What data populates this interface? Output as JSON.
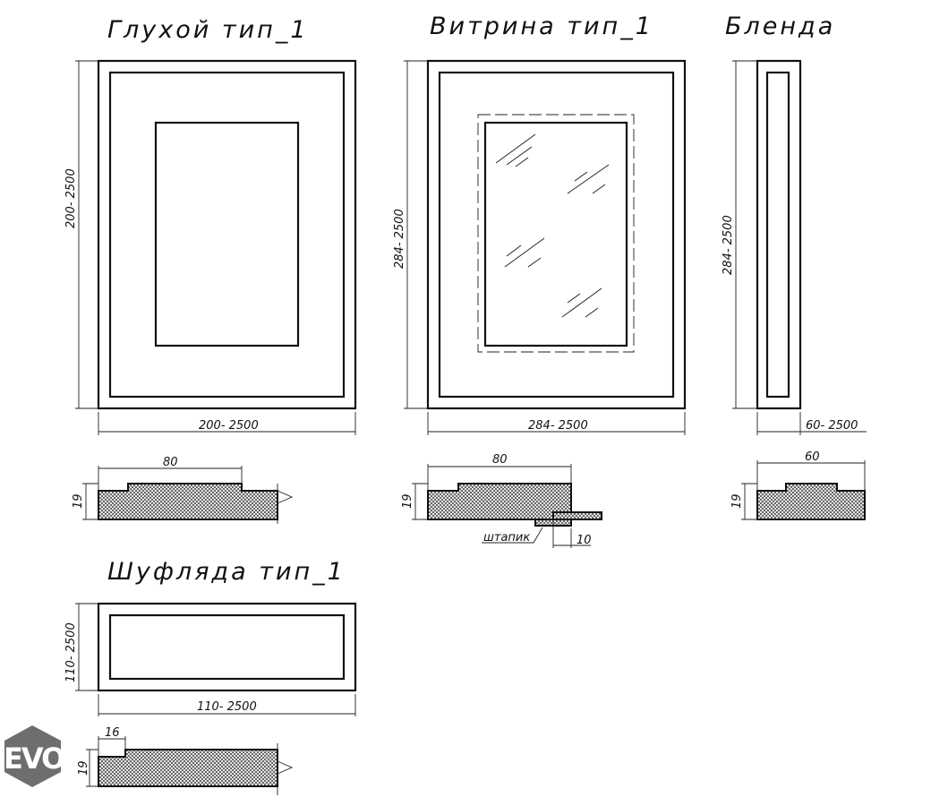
{
  "drawings": {
    "blind": {
      "title": "Глухой тип_1",
      "height_dim": "200- 2500",
      "width_dim": "200- 2500",
      "section_width": "80",
      "section_thickness": "19"
    },
    "showcase": {
      "title": "Витрина тип_1",
      "height_dim": "284- 2500",
      "width_dim": "284- 2500",
      "section_width": "80",
      "section_thickness": "19",
      "bead_label": "штапик",
      "bead_dim": "10"
    },
    "blende": {
      "title": "Бленда",
      "height_dim": "284- 2500",
      "width_dim": "60- 2500",
      "section_width": "60",
      "section_thickness": "19"
    },
    "drawer": {
      "title": "Шуфляда тип_1",
      "height_dim": "110- 2500",
      "width_dim": "110- 2500",
      "section_width": "16",
      "section_thickness": "19"
    }
  },
  "logo": {
    "text": "EVO"
  },
  "colors": {
    "line": "#111111",
    "logo": "#6e6e6e"
  }
}
